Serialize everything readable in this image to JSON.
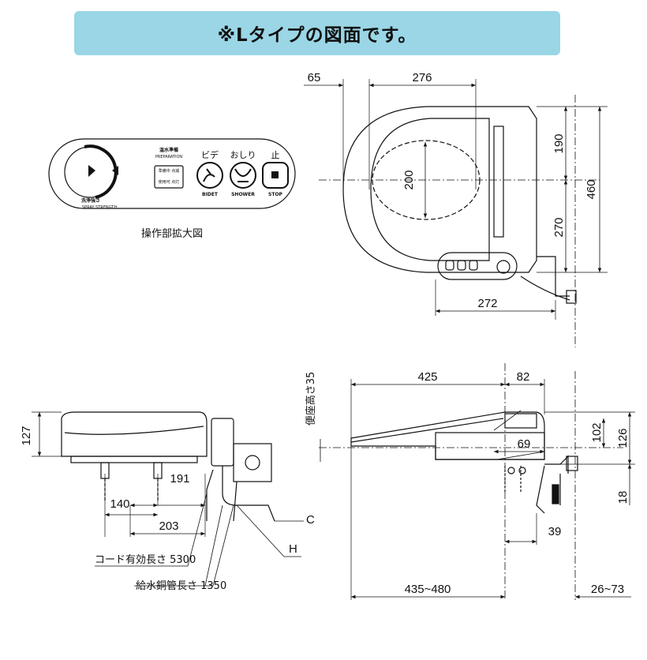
{
  "banner": {
    "title": "※Lタイプの図面です。"
  },
  "panel": {
    "spray_label_jp": "洗浄強さ",
    "spray_label_en": "SPRAY STRENGTH",
    "prep_label_jp": "温水準備",
    "prep_label_en": "PREPARATION",
    "prep_box_line1": "準備中 点滅",
    "prep_box_line2": "使用可 点灯",
    "bidet_jp": "ビデ",
    "bidet_en": "BIDET",
    "shower_jp": "おしり",
    "shower_en": "SHOWER",
    "stop_jp": "止",
    "stop_en": "STOP",
    "caption": "操作部拡大図"
  },
  "top_view": {
    "dim_65": "65",
    "dim_276": "276",
    "dim_200": "200",
    "dim_190": "190",
    "dim_270": "270",
    "dim_460": "460",
    "dim_272": "272"
  },
  "side_view": {
    "dim_127": "127",
    "dim_191": "191",
    "dim_140": "140",
    "dim_203": "203",
    "label_c": "C",
    "label_h": "H",
    "cord_length": "コード有効長さ 5300",
    "pipe_length": "給水銅管長さ 1350"
  },
  "front_view": {
    "seat_height": "便座高さ35",
    "dim_425": "425",
    "dim_82": "82",
    "dim_69": "69",
    "dim_102": "102",
    "dim_126": "126",
    "dim_18": "18",
    "dim_39": "39",
    "dim_435_480": "435~480",
    "dim_26_73": "26~73"
  }
}
